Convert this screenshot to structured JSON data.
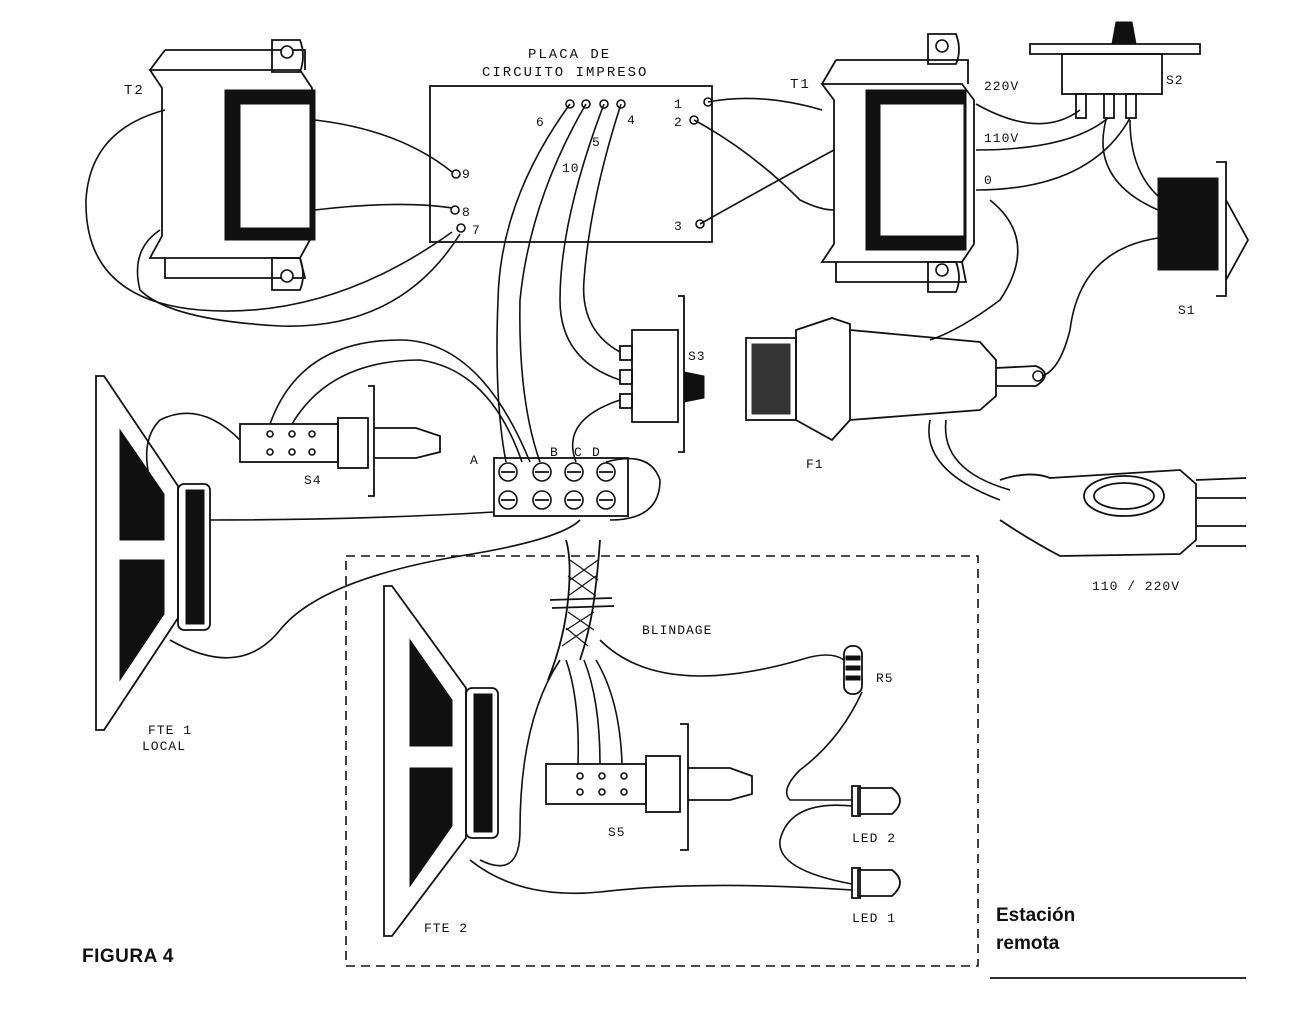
{
  "figure_label": "FIGURA 4",
  "remote_station_label": "Estación remota",
  "board_label_line1": "PLACA DE",
  "board_label_line2": "CIRCUITO IMPRESO",
  "components": {
    "t1": "T1",
    "t2": "T2",
    "s1": "S1",
    "s2": "S2",
    "s3": "S3",
    "s4": "S4",
    "s5": "S5",
    "f1": "F1",
    "r5": "R5",
    "led1": "LED 1",
    "led2": "LED 2",
    "fte1_line1": "FTE 1",
    "fte1_line2": "LOCAL",
    "fte2": "FTE 2"
  },
  "voltages": {
    "v220": "220V",
    "v110": "110V",
    "v0": "0",
    "mains": "110 / 220V"
  },
  "shield_label": "BLINDAGE",
  "terminals": {
    "a": "A",
    "b": "B",
    "c": "C",
    "d": "D"
  },
  "board_pins": {
    "p1": "1",
    "p2": "2",
    "p3": "3",
    "p4": "4",
    "p5": "5",
    "p6": "6",
    "p7": "7",
    "p8": "8",
    "p9": "9",
    "p10": "10"
  }
}
